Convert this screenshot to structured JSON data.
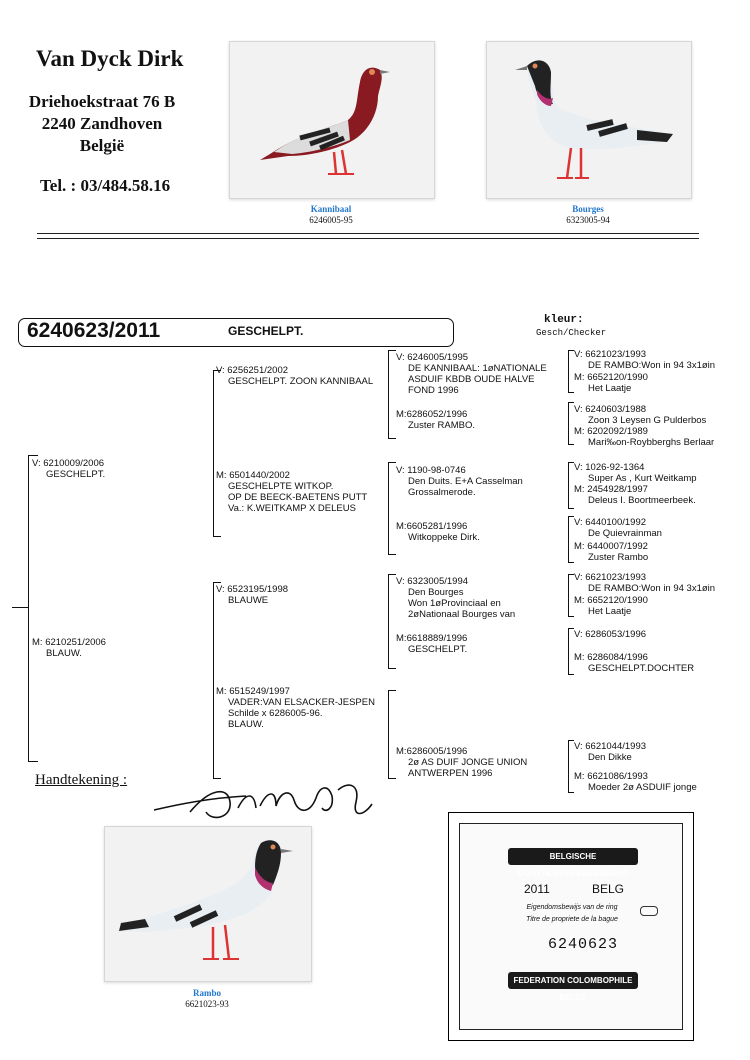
{
  "owner": {
    "name": "Van Dyck Dirk",
    "street": "Driehoekstraat 76 B",
    "city": "2240 Zandhoven",
    "country": "België",
    "phone": "Tel. : 03/484.58.16"
  },
  "photos": [
    {
      "name": "Kannibaal",
      "ring": "6246005-95"
    },
    {
      "name": "Bourges",
      "ring": "6323005-94"
    },
    {
      "name": "Rambo",
      "ring": "6621023-93"
    }
  ],
  "pigeon": {
    "ring": "6240623/2011",
    "color": "GESCHELPT.",
    "kleur_label": "kleur:",
    "kleur_value": "Gesch/Checker"
  },
  "pedigree": {
    "parents": [
      {
        "prefix": "V:",
        "lines": [
          "6210009/2006",
          "GESCHELPT."
        ]
      },
      {
        "prefix": "M:",
        "lines": [
          "6210251/2006",
          "BLAUW."
        ]
      }
    ],
    "grandparents": [
      {
        "prefix": "V:",
        "lines": [
          "6256251/2002",
          "GESCHELPT. ZOON KANNIBAAL"
        ]
      },
      {
        "prefix": "M:",
        "lines": [
          "6501440/2002",
          "GESCHELPTE WITKOP.",
          "OP DE BEECK-BAETENS PUTT",
          "Va.: K.WEITKAMP X DELEUS"
        ]
      },
      {
        "prefix": "V:",
        "lines": [
          "6523195/1998",
          "BLAUWE"
        ]
      },
      {
        "prefix": "M:",
        "lines": [
          "6515249/1997",
          "VADER:VAN ELSACKER-JESPEN",
          "Schilde x 6286005-96.",
          "BLAUW."
        ]
      }
    ],
    "great_grandparents": [
      {
        "prefix": "V:",
        "lines": [
          "6246005/1995",
          "DE KANNIBAAL: 1øNATIONALE",
          "ASDUIF KBDB OUDE HALVE",
          "FOND 1996"
        ]
      },
      {
        "prefix": "M:",
        "lines": [
          "6286052/1996",
          "Zuster RAMBO."
        ]
      },
      {
        "prefix": "V:",
        "lines": [
          "1190-98-0746",
          "Den Duits. E+A Casselman",
          "Grossalmerode."
        ]
      },
      {
        "prefix": "M:",
        "lines": [
          "6605281/1996",
          "Witkoppeke Dirk."
        ]
      },
      {
        "prefix": "V:",
        "lines": [
          "6323005/1994",
          "Den Bourges",
          "Won 1øProvinciaal en",
          "2øNationaal Bourges van"
        ]
      },
      {
        "prefix": "M:",
        "lines": [
          "6618889/1996",
          "GESCHELPT."
        ]
      },
      {
        "prefix": "",
        "lines": []
      },
      {
        "prefix": "M:",
        "lines": [
          "6286005/1996",
          "2ø AS DUIF JONGE UNION",
          "ANTWERPEN 1996"
        ]
      }
    ],
    "gen4": [
      {
        "prefix": "V:",
        "lines": [
          "6621023/1993",
          "DE RAMBO:Won in 94 3x1øin"
        ]
      },
      {
        "prefix": "M:",
        "lines": [
          "6652120/1990",
          "Het Laatje"
        ]
      },
      {
        "prefix": "V:",
        "lines": [
          "6240603/1988",
          "Zoon 3 Leysen G Pulderbos"
        ]
      },
      {
        "prefix": "M:",
        "lines": [
          "6202092/1989",
          "Mari‰on-Roybberghs Berlaar"
        ]
      },
      {
        "prefix": "V:",
        "lines": [
          "1026-92-1364",
          "Super As , Kurt Weitkamp"
        ]
      },
      {
        "prefix": "M:",
        "lines": [
          "2454928/1997",
          "Deleus I. Boortmeerbeek."
        ]
      },
      {
        "prefix": "V:",
        "lines": [
          "6440100/1992",
          "De Quievrainman"
        ]
      },
      {
        "prefix": "M:",
        "lines": [
          "6440007/1992",
          "Zuster Rambo"
        ]
      },
      {
        "prefix": "V:",
        "lines": [
          "6621023/1993",
          "DE RAMBO:Won in 94 3x1øin"
        ]
      },
      {
        "prefix": "M:",
        "lines": [
          "6652120/1990",
          "Het Laatje"
        ]
      },
      {
        "prefix": "V:",
        "lines": [
          "6286053/1996"
        ]
      },
      {
        "prefix": "M:",
        "lines": [
          "6286084/1996",
          "GESCHELPT.DOCHTER"
        ]
      },
      {
        "prefix": "V:",
        "lines": [
          "6621044/1993",
          "Den Dikke"
        ]
      },
      {
        "prefix": "M:",
        "lines": [
          "6621086/1993",
          "Moeder 2ø ASDUIF jonge"
        ]
      }
    ]
  },
  "signature": {
    "label": "Handtekening :"
  },
  "card": {
    "banner_top": "BELGISCHE DUIVENLIEFHEBBERSBOND",
    "year": "2011",
    "country": "BELG",
    "line1": "Eigendomsbewijs van de ring",
    "line2": "Titre de propriete de la bague",
    "ring": "6240623",
    "banner_bottom": "FEDERATION COLOMBOPHILE BELGE"
  }
}
